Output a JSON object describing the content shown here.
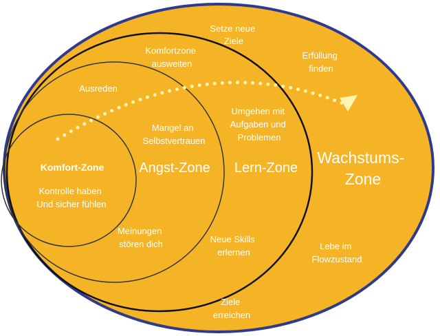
{
  "zones": {
    "growth": {
      "title": [
        "Wachstums-",
        "Zone"
      ],
      "items": [
        [
          "Setze neue",
          "Ziele"
        ],
        [
          "Erfüllung",
          "finden"
        ],
        [
          "Lebe im",
          "Flowzustand"
        ],
        [
          "Ziele",
          "erreichen"
        ]
      ]
    },
    "learn": {
      "title": [
        "Lern-Zone"
      ],
      "items": [
        [
          "Komfortzone",
          "ausweiten"
        ],
        [
          "Umgehen mit",
          "Aufgaben und",
          "Problemen"
        ],
        [
          "Neue Skills",
          "erlernen"
        ]
      ]
    },
    "fear": {
      "title": [
        "Angst-Zone"
      ],
      "items": [
        [
          "Ausreden"
        ],
        [
          "Mangel an",
          "Selbstvertrauen"
        ],
        [
          "Meinungen",
          "stören dich"
        ]
      ]
    },
    "comfort": {
      "title": [
        "Komfort-Zone"
      ],
      "items": [
        [
          "Kontrolle haben",
          "Und sicher fühlen"
        ]
      ]
    }
  },
  "colors": {
    "fill": "#F5B326",
    "outer_stroke": "#2E3A8C",
    "inner_stroke": "#1a1a1a",
    "text": "#ffffff",
    "arrow": "#FFF3B0"
  }
}
